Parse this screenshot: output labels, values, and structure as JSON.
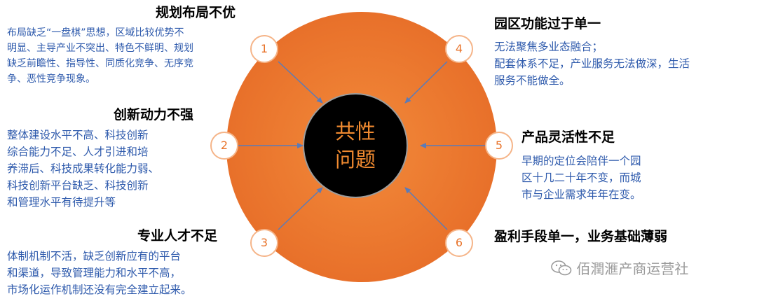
{
  "center": {
    "line1": "共性",
    "line2": "问题"
  },
  "items": [
    {
      "num": "1",
      "title": "规划布局不优",
      "lines": [
        "布局缺乏“一盘棋”思想，区域比较优势不",
        "明显、主导产业不突出、特色不鲜明、规划",
        "缺乏前瞻性、指导性、同质化竞争、无序竞",
        "争、恶性竞争现象。"
      ]
    },
    {
      "num": "2",
      "title": "创新动力不强",
      "lines": [
        "整体建设水平不高、科技创新",
        "综合能力不足、人才引进和培",
        "养滞后、科技成果转化能力弱、",
        "科技创新平台缺乏、科技创新",
        "和管理水平有待提升等"
      ]
    },
    {
      "num": "3",
      "title": "专业人才不足",
      "lines": [
        "体制机制不活，缺乏创新应有的平台",
        "和渠道，导致管理能力和水平不高，",
        "市场化运作机制还没有完全建立起来。"
      ]
    },
    {
      "num": "4",
      "title": "园区功能过于单一",
      "lines": [
        "无法聚焦多业态融合；",
        "配套体系不足，产业服务无法做深，生活",
        "服务不能做全。"
      ]
    },
    {
      "num": "5",
      "title": "产品灵活性不足",
      "lines": [
        "早期的定位会陪伴一个园",
        "区十几二十年不变，而城",
        "市与企业需求年年在变。"
      ]
    },
    {
      "num": "6",
      "title": "盈利手段单一，业务基础薄弱",
      "lines": []
    }
  ],
  "watermark": "佰潤滙产商运营社",
  "colors": {
    "outer": "#ED7A26",
    "inner": "#000000",
    "accent": "#F08A30",
    "text_blue": "#2E5AAC"
  }
}
